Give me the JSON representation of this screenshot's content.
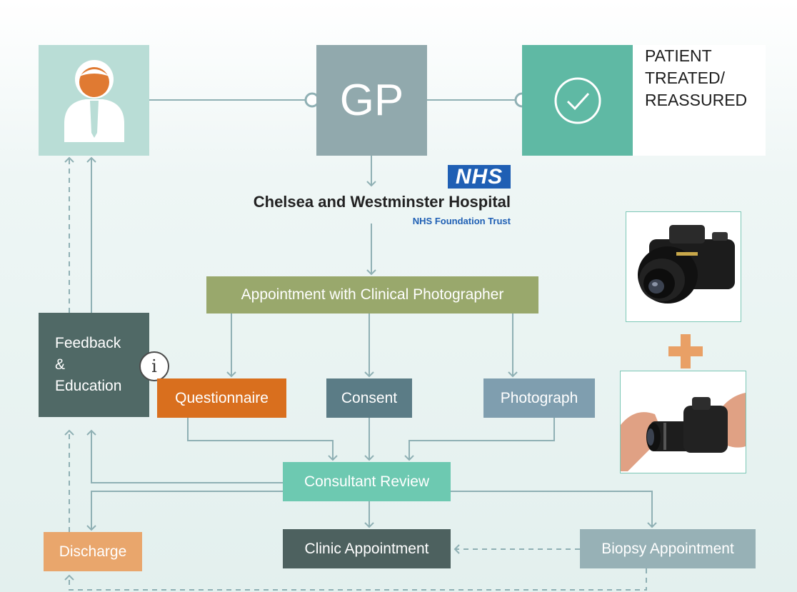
{
  "nodes": {
    "gp": "GP",
    "treated": [
      "PATIENT",
      "TREATED/",
      "REASSURED"
    ],
    "appointment": "Appointment with Clinical Photographer",
    "feedback": [
      "Feedback",
      "&",
      "Education"
    ],
    "questionnaire": "Questionnaire",
    "consent": "Consent",
    "photograph": "Photograph",
    "consultant_review": "Consultant Review",
    "discharge": "Discharge",
    "clinic_appointment": "Clinic Appointment",
    "biopsy_appointment": "Biopsy Appointment"
  },
  "logo": {
    "badge": "NHS",
    "hospital": "Chelsea and Westminster Hospital",
    "trust": "NHS Foundation Trust"
  },
  "info_symbol": "i",
  "colors": {
    "patient": "#b9ddd6",
    "gp": "#91a9ad",
    "treated": "#5fb9a4",
    "appointment": "#99a86c",
    "feedback": "#506966",
    "questionnaire": "#d96f1e",
    "consent": "#5b7c86",
    "photograph": "#7f9eaf",
    "consultant_review": "#6dc9b1",
    "discharge": "#e9a66c",
    "clinic_appointment": "#4d615f",
    "biopsy_appointment": "#97b1b6",
    "nhs_blue": "#1f5fb4",
    "connector": "#8fb0b4"
  },
  "icons": [
    "patient-icon",
    "check-circle-icon",
    "info-icon",
    "camera-icon",
    "hands-camera-icon",
    "plus-icon"
  ]
}
